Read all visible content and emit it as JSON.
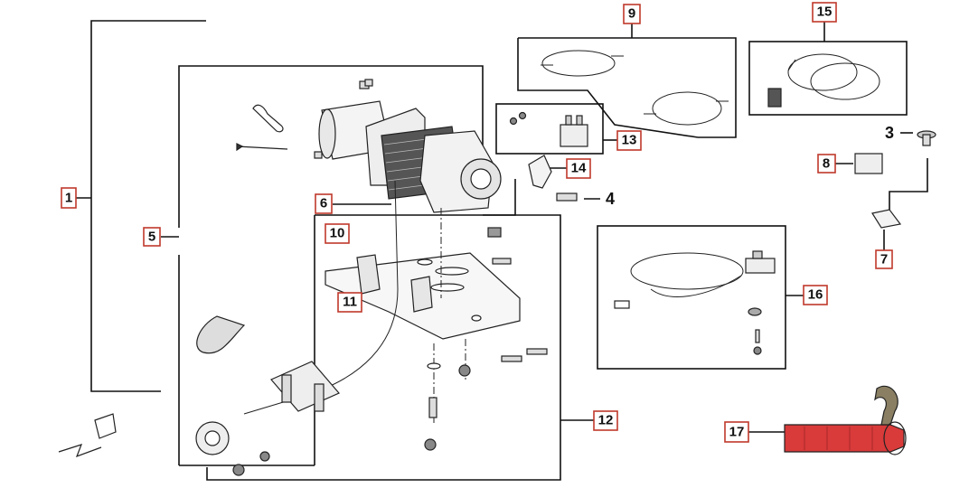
{
  "callouts": [
    {
      "id": "c1",
      "label": "1"
    },
    {
      "id": "c3",
      "label": "3"
    },
    {
      "id": "c4",
      "label": "4"
    },
    {
      "id": "c5",
      "label": "5"
    },
    {
      "id": "c6",
      "label": "6"
    },
    {
      "id": "c7",
      "label": "7"
    },
    {
      "id": "c8",
      "label": "8"
    },
    {
      "id": "c9",
      "label": "9"
    },
    {
      "id": "c10",
      "label": "10"
    },
    {
      "id": "c11",
      "label": "11"
    },
    {
      "id": "c12",
      "label": "12"
    },
    {
      "id": "c13",
      "label": "13"
    },
    {
      "id": "c14",
      "label": "14"
    },
    {
      "id": "c15",
      "label": "15"
    },
    {
      "id": "c16",
      "label": "16"
    },
    {
      "id": "c17",
      "label": "17"
    }
  ],
  "colors": {
    "callout_border": "#c0392b",
    "strap": "#d93a3a",
    "line": "#111111"
  }
}
